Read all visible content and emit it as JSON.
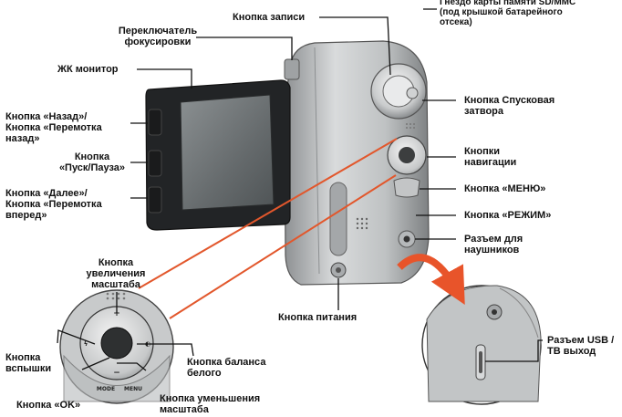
{
  "labels": {
    "record_button": "Кнопка записи",
    "memory_slot": "Гнездо карты памяти SD/MMC\n(под крышкой батарейного\nотсека)",
    "focus_switch": "Переключатель\nфокусировки",
    "lcd_monitor": "ЖК монитор",
    "back_rewind": "Кнопка «Назад»/\nКнопка «Перемотка\nназад»",
    "play_pause": "Кнопка\n«Пуск/Пауза»",
    "next_forward": "Кнопка «Далее»/\nКнопка «Перемотка\nвперед»",
    "shutter_button": "Кнопка Спусковая\nзатвора",
    "navigation_buttons": "Кнопки\nнавигации",
    "menu_button": "Кнопка «МЕНЮ»",
    "mode_button": "Кнопка «РЕЖИМ»",
    "headphone_jack": "Разъем для\nнаушников",
    "power_button": "Кнопка питания",
    "zoom_in": "Кнопка\nувеличения\nмасштаба",
    "flash_button": "Кнопка\nвспышки",
    "ok_button": "Кнопка «OK»",
    "white_balance": "Кнопка баланса\nбелого",
    "zoom_out": "Кнопка уменьшения\nмасштаба",
    "usb_tv_out": "Разъем USB /\nТВ выход"
  },
  "button_marks": {
    "mode": "MODE",
    "menu": "MENU"
  },
  "colors": {
    "leader": "#111111",
    "zoom_lines": "#e2572c",
    "arrow": "#e8542a",
    "body_gray": "#b9bcbe",
    "screen": "#6f7476"
  }
}
